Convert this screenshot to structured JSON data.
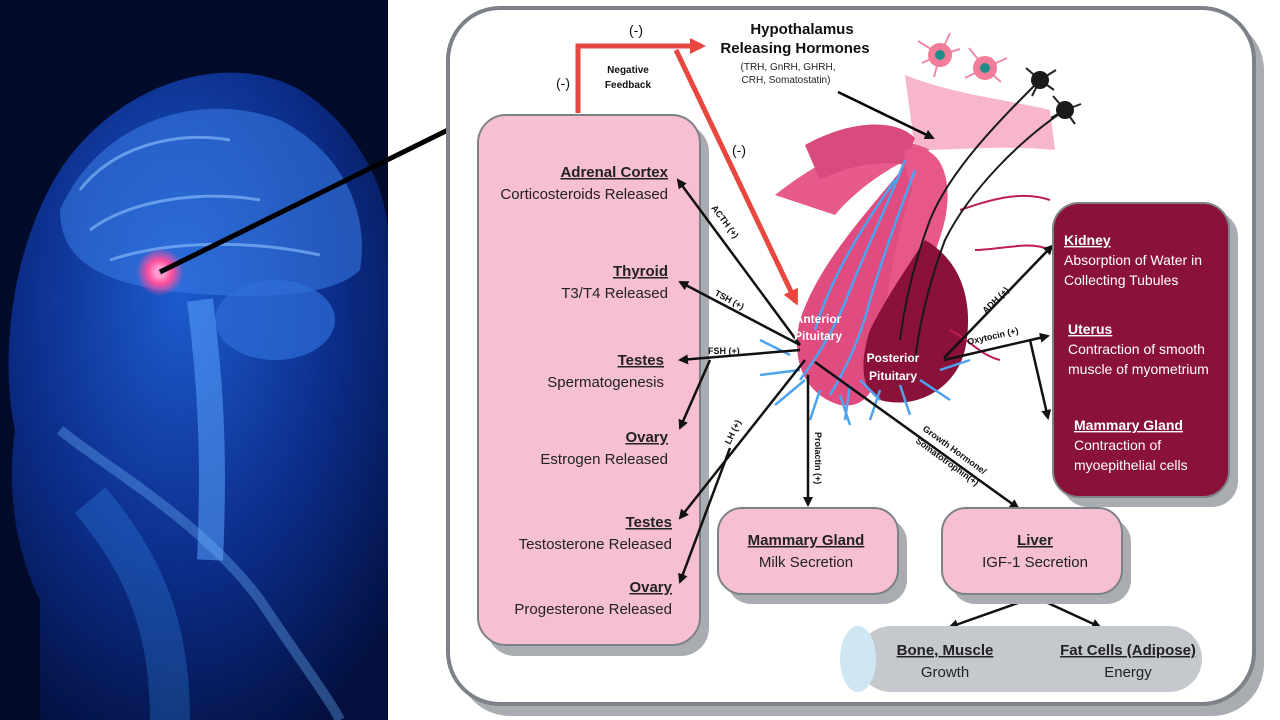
{
  "colors": {
    "panel_bg": "#ffffff",
    "panel_border": "#7d8289",
    "panel_shadow": "#a9adb2",
    "pink_box": "#f7bfd2",
    "maroon_box": "#8a1238",
    "red_arrow": "#e8473f",
    "bone_cylinder": "#c5c8cc",
    "bone_cap": "#cfe7f2"
  },
  "hypothalamus": {
    "title_line1": "Hypothalamus",
    "title_line2": "Releasing Hormones",
    "list_line1": "(TRH, GnRH, GHRH,",
    "list_line2": "CRH, Somatostatin)"
  },
  "feedback": {
    "label_line1": "Negative",
    "label_line2": "Feedback",
    "minus_top": "(-)",
    "minus_left": "(-)",
    "minus_right": "(-)"
  },
  "pituitary": {
    "anterior_line1": "Anterior",
    "anterior_line2": "Pituitary",
    "posterior_line1": "Posterior",
    "posterior_line2": "Pituitary"
  },
  "anterior_targets": [
    {
      "title": "Adrenal Cortex",
      "desc": "Corticosteroids Released"
    },
    {
      "title": "Thyroid",
      "desc": "T3/T4 Released"
    },
    {
      "title": "Testes",
      "desc": "Spermatogenesis"
    },
    {
      "title": "Ovary",
      "desc": "Estrogen Released"
    },
    {
      "title": "Testes",
      "desc": "Testosterone Released"
    },
    {
      "title": "Ovary",
      "desc": "Progesterone Released"
    }
  ],
  "hormones": {
    "acth": "ACTH (+)",
    "tsh": "TSH (+)",
    "fsh": "FSH (+)",
    "lh": "LH (+)",
    "prolactin": "Prolactin (+)",
    "gh_line1": "Growth Hormone/",
    "gh_line2": "Somatotrophin(+)",
    "adh": "ADH (+)",
    "oxytocin": "Oxytocin (+)"
  },
  "posterior_targets": [
    {
      "title": "Kidney",
      "desc_line1": "Absorption of Water in",
      "desc_line2": "Collecting Tubules"
    },
    {
      "title": "Uterus",
      "desc_line1": "Contraction of smooth",
      "desc_line2": "muscle of myometrium"
    },
    {
      "title": "Mammary Gland",
      "desc_line1": "Contraction of",
      "desc_line2": "myoepithelial cells"
    }
  ],
  "mammary_box": {
    "title": "Mammary Gland",
    "desc": "Milk Secretion"
  },
  "liver_box": {
    "title": "Liver",
    "desc": "IGF-1 Secretion"
  },
  "bone_box": {
    "bone_title": "Bone, Muscle",
    "bone_desc": "Growth",
    "fat_title": "Fat Cells (Adipose)",
    "fat_desc": "Energy"
  }
}
